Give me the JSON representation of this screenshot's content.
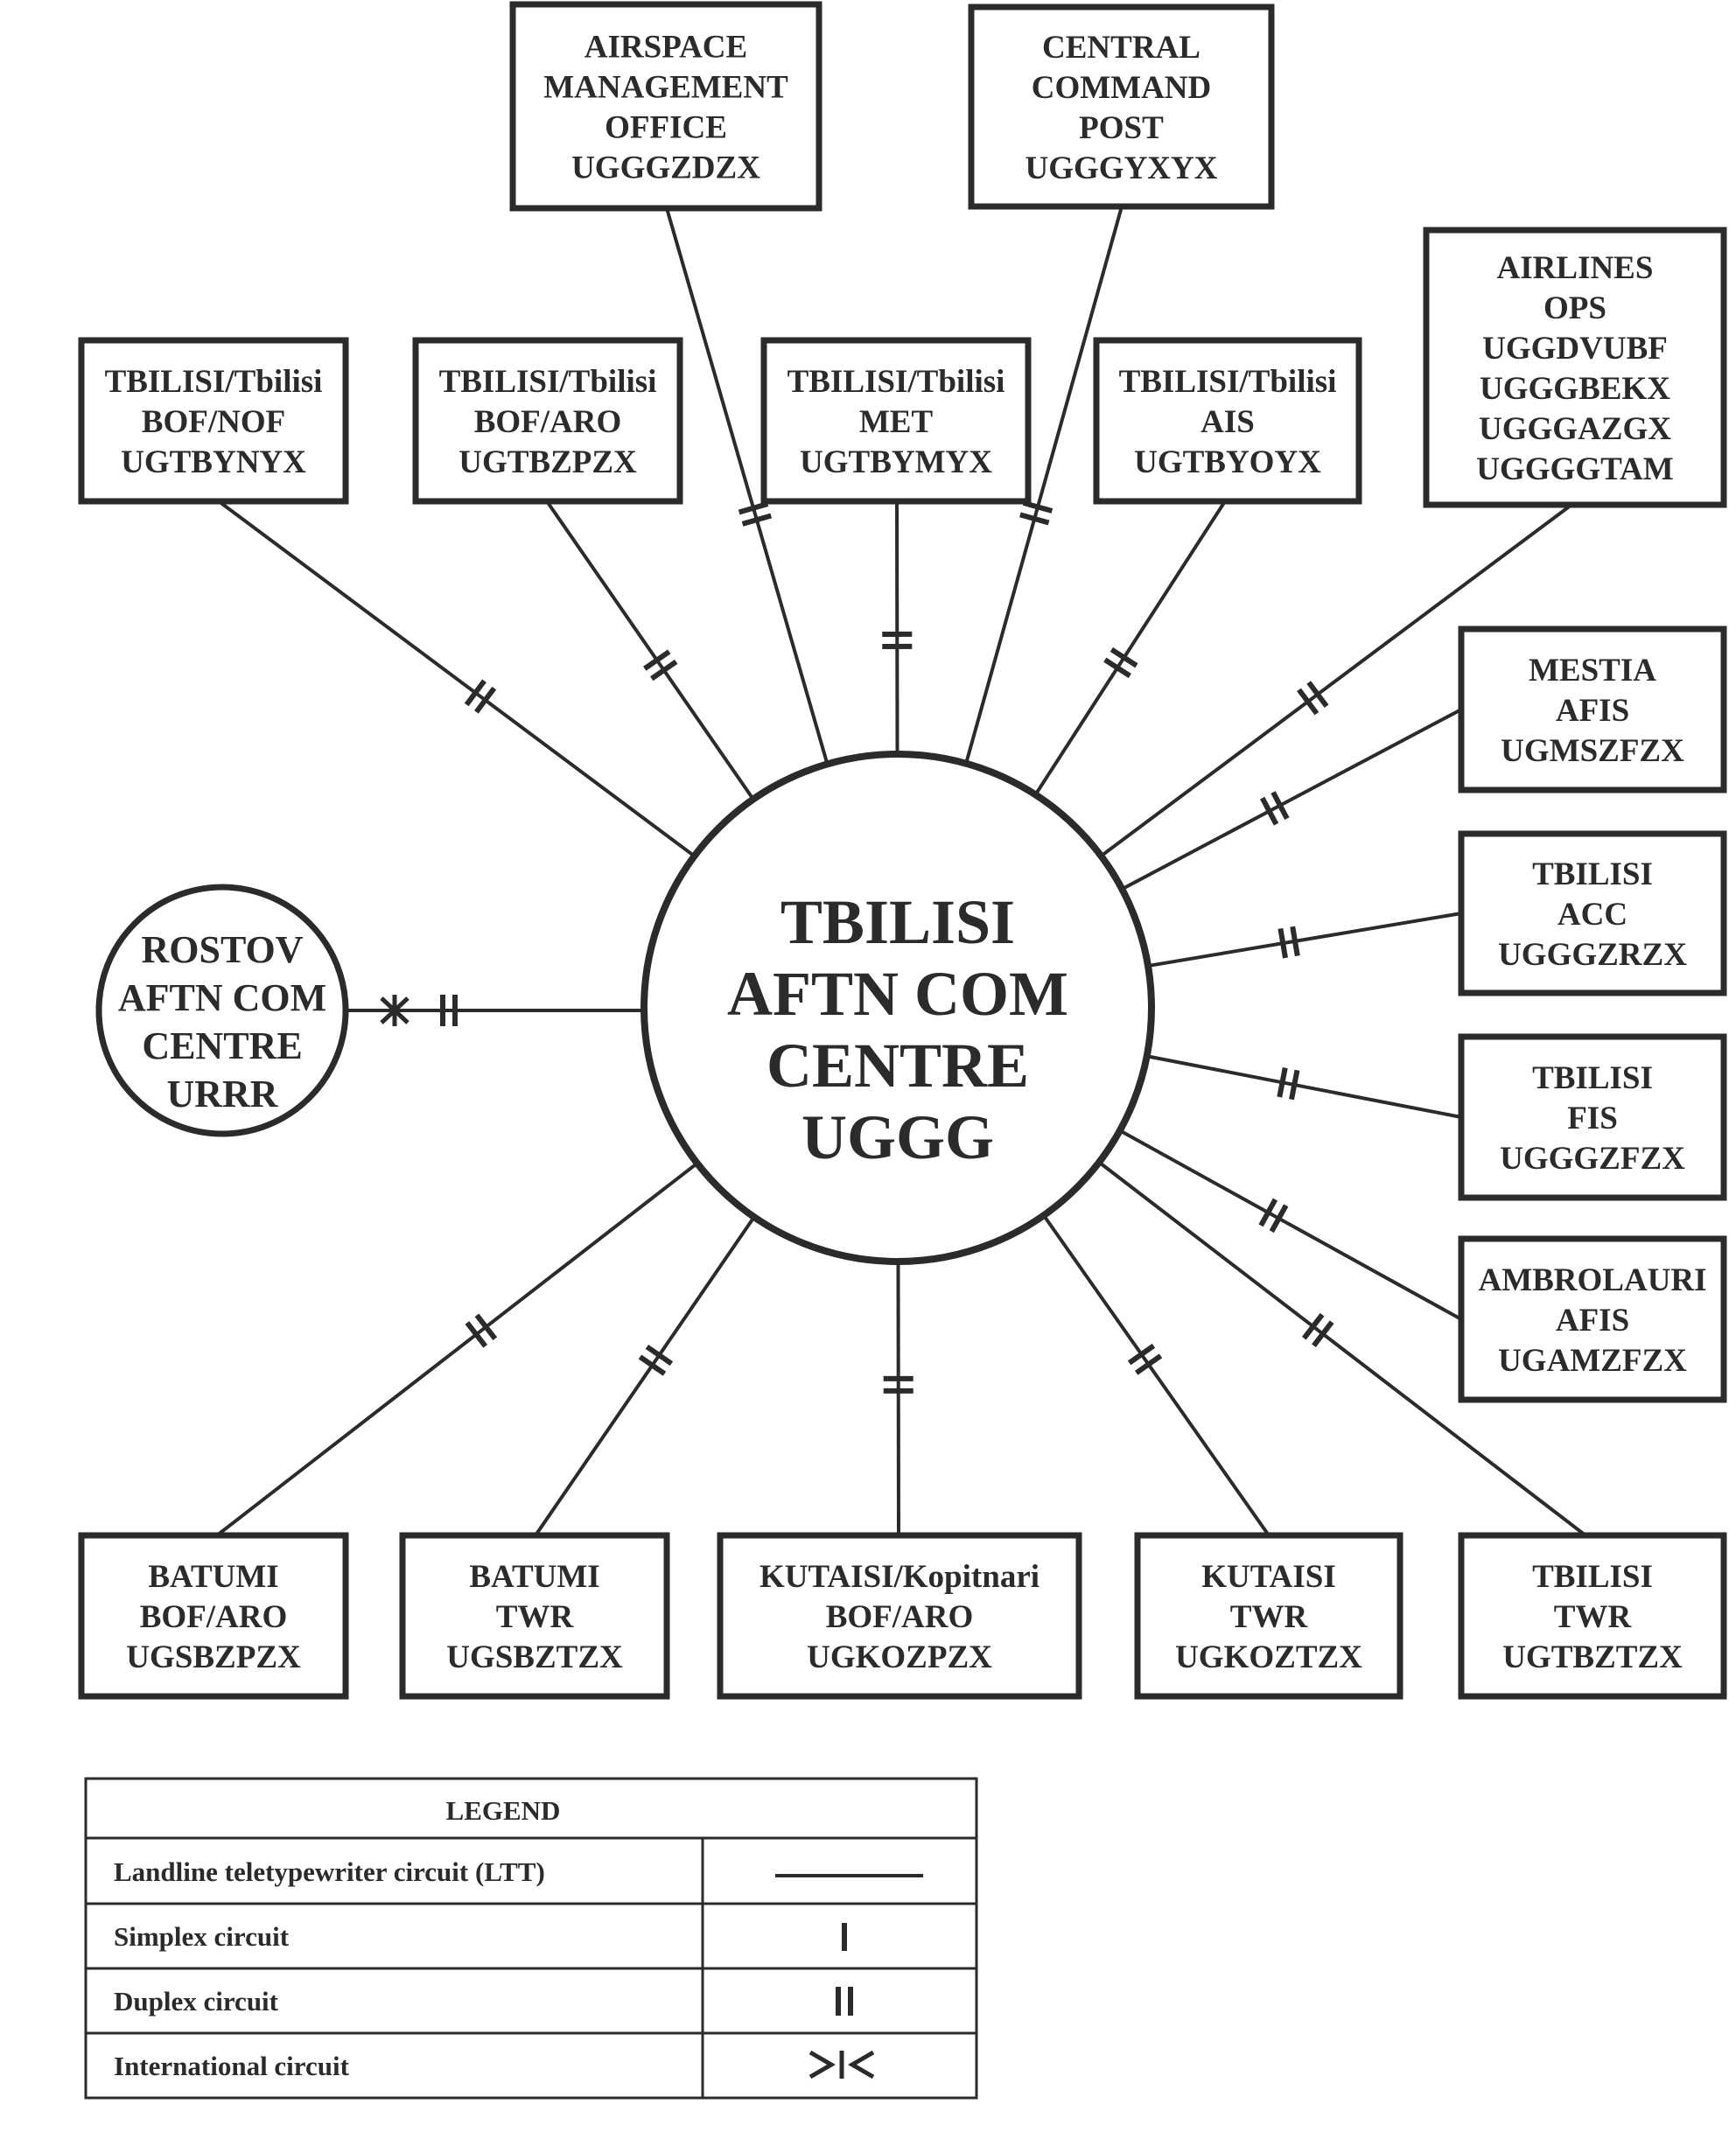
{
  "center": {
    "lines": [
      "TBILISI",
      "AFTN COM",
      "CENTRE",
      "UGGG"
    ]
  },
  "rostov": {
    "lines": [
      "ROSTOV",
      "AFTN COM",
      "CENTRE",
      "URRR"
    ]
  },
  "stations": [
    {
      "id": "airspace-management-office",
      "lines": [
        "AIRSPACE",
        "MANAGEMENT",
        "OFFICE",
        "UGGGZDZX"
      ]
    },
    {
      "id": "central-command-post",
      "lines": [
        "CENTRAL",
        "COMMAND",
        "POST",
        "UGGGYXYX"
      ]
    },
    {
      "id": "tbilisi-bof-nof",
      "lines": [
        "TBILISI/Tbilisi",
        "BOF/NOF",
        "UGTBYNYX"
      ]
    },
    {
      "id": "tbilisi-bof-aro",
      "lines": [
        "TBILISI/Tbilisi",
        "BOF/ARO",
        "UGTBZPZX"
      ]
    },
    {
      "id": "tbilisi-met",
      "lines": [
        "TBILISI/Tbilisi",
        "MET",
        "UGTBYMYX"
      ]
    },
    {
      "id": "tbilisi-ais",
      "lines": [
        "TBILISI/Tbilisi",
        "AIS",
        "UGTBYOYX"
      ]
    },
    {
      "id": "airlines-ops",
      "lines": [
        "AIRLINES",
        "OPS",
        "UGGDVUBF",
        "UGGGBEKX",
        "UGGGAZGX",
        "UGGGGTAM"
      ]
    },
    {
      "id": "mestia-afis",
      "lines": [
        "MESTIA",
        "AFIS",
        "UGMSZFZX"
      ]
    },
    {
      "id": "tbilisi-acc",
      "lines": [
        "TBILISI",
        "ACC",
        "UGGGZRZX"
      ]
    },
    {
      "id": "tbilisi-fis",
      "lines": [
        "TBILISI",
        "FIS",
        "UGGGZFZX"
      ]
    },
    {
      "id": "ambrolauri-afis",
      "lines": [
        "AMBROLAURI",
        "AFIS",
        "UGAMZFZX"
      ]
    },
    {
      "id": "batumi-bof-aro",
      "lines": [
        "BATUMI",
        "BOF/ARO",
        "UGSBZPZX"
      ]
    },
    {
      "id": "batumi-twr",
      "lines": [
        "BATUMI",
        "TWR",
        "UGSBZTZX"
      ]
    },
    {
      "id": "kutaisi-bof-aro",
      "lines": [
        "KUTAISI/Kopitnari",
        "BOF/ARO",
        "UGKOZPZX"
      ]
    },
    {
      "id": "kutaisi-twr",
      "lines": [
        "KUTAISI",
        "TWR",
        "UGKOZTZX"
      ]
    },
    {
      "id": "tbilisi-twr",
      "lines": [
        "TBILISI",
        "TWR",
        "UGTBZTZX"
      ]
    }
  ],
  "legend": {
    "title": "LEGEND",
    "rows": [
      {
        "label": "Landline teletypewriter circuit (LTT)",
        "symbol": "line"
      },
      {
        "label": "Simplex circuit",
        "symbol": "simplex"
      },
      {
        "label": "Duplex circuit",
        "symbol": "duplex"
      },
      {
        "label": "International circuit",
        "symbol": "international"
      }
    ]
  },
  "colors": {
    "ink": "#2b2b2b",
    "background": "#ffffff"
  }
}
